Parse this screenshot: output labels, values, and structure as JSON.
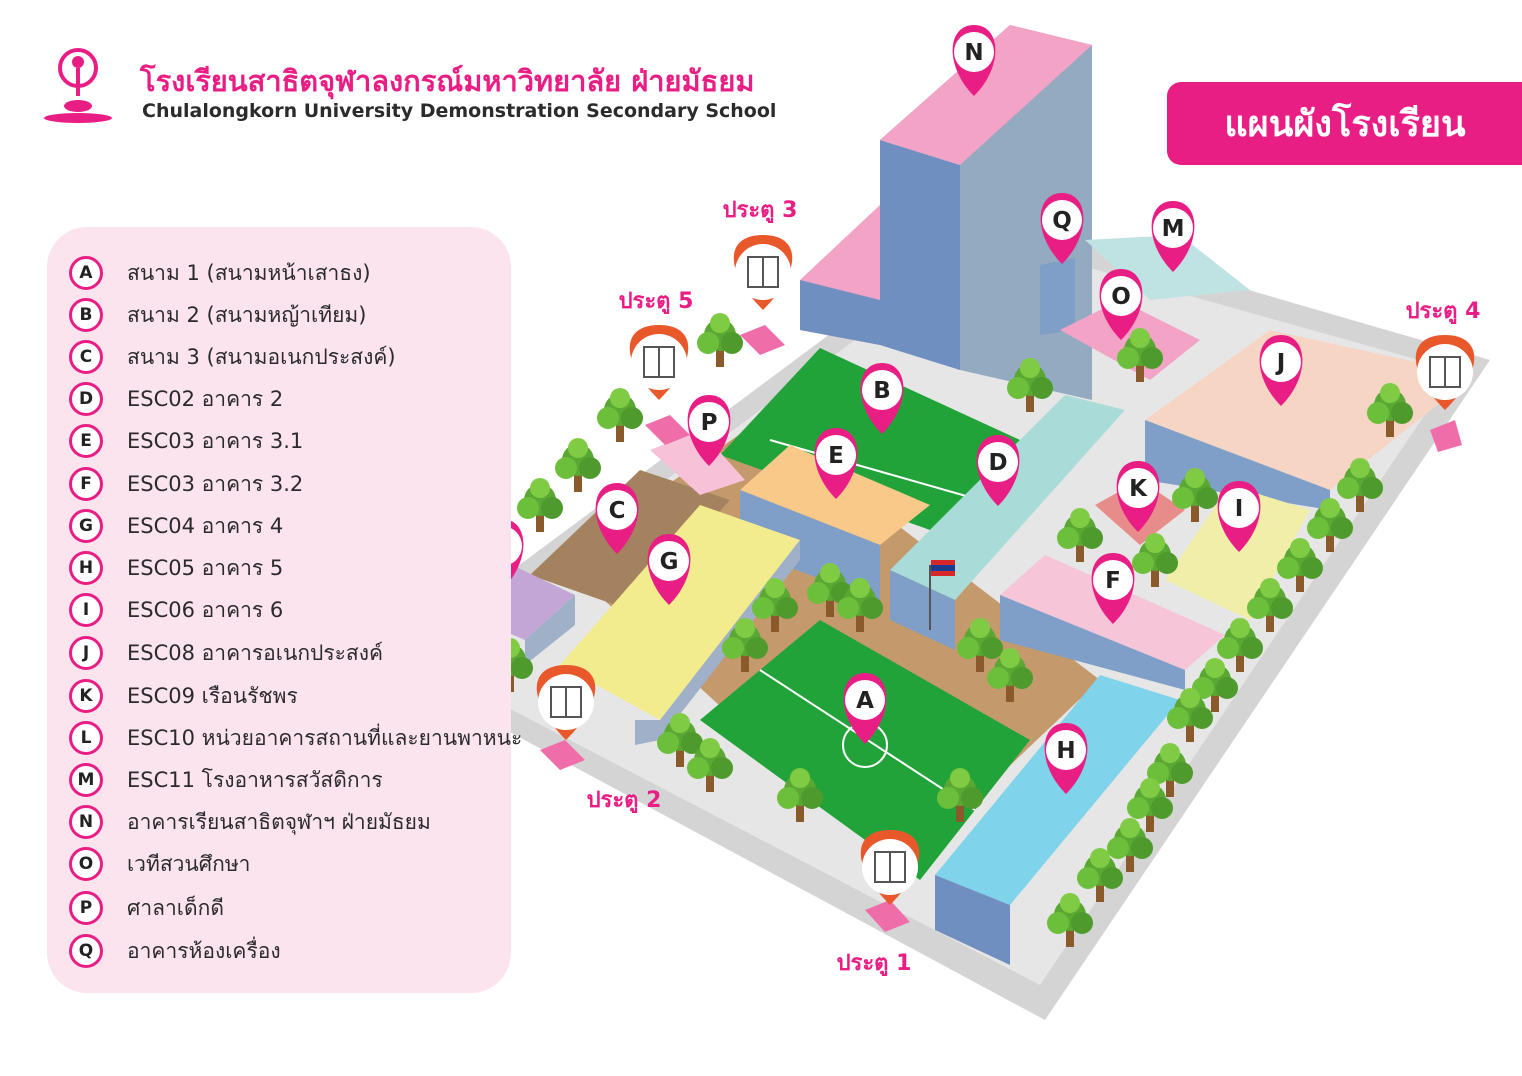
{
  "header": {
    "title_th": "โรงเรียนสาธิตจุฬาลงกรณ์มหาวิทยาลัย ฝ่ายมัธยม",
    "title_en": "Chulalongkorn University Demonstration Secondary School",
    "badge": "แผนผังโรงเรียน"
  },
  "legend": [
    {
      "letter": "A",
      "label": "สนาม 1 (สนามหน้าเสาธง)"
    },
    {
      "letter": "B",
      "label": "สนาม 2 (สนามหญ้าเทียม)"
    },
    {
      "letter": "C",
      "label": "สนาม 3 (สนามอเนกประสงค์)"
    },
    {
      "letter": "D",
      "label": "ESC02 อาคาร 2"
    },
    {
      "letter": "E",
      "label": "ESC03 อาคาร 3.1"
    },
    {
      "letter": "F",
      "label": "ESC03 อาคาร 3.2"
    },
    {
      "letter": "G",
      "label": "ESC04 อาคาร 4"
    },
    {
      "letter": "H",
      "label": "ESC05 อาคาร 5"
    },
    {
      "letter": "I",
      "label": "ESC06 อาคาร 6"
    },
    {
      "letter": "J",
      "label": "ESC08 อาคารอเนกประสงค์"
    },
    {
      "letter": "K",
      "label": "ESC09 เรือนรัชพร"
    },
    {
      "letter": "L",
      "label": "ESC10 หน่วยอาคารสถานที่และยานพาหนะ"
    },
    {
      "letter": "M",
      "label": "ESC11 โรงอาหารสวัสดิการ"
    },
    {
      "letter": "N",
      "label": "อาคารเรียนสาธิตจุฬาฯ ฝ่ายมัธยม"
    },
    {
      "letter": "O",
      "label": "เวทีสวนศึกษา"
    },
    {
      "letter": "P",
      "label": "ศาลาเด็กดี"
    },
    {
      "letter": "Q",
      "label": "อาคารห้องเครื่อง"
    }
  ],
  "gates": {
    "g1": "ประตู 1",
    "g2": "ประตู 2",
    "g3": "ประตู 3",
    "g4": "ประตู 4",
    "g5": "ประตู 5"
  },
  "pins": {
    "A": "A",
    "B": "B",
    "C": "C",
    "D": "D",
    "E": "E",
    "F": "F",
    "G": "G",
    "H": "H",
    "I": "I",
    "J": "J",
    "K": "K",
    "L": "L",
    "M": "M",
    "N": "N",
    "O": "O",
    "P": "P",
    "Q": "Q"
  },
  "colors": {
    "brand_pink": "#e91e84",
    "legend_bg": "#fbe4ee",
    "field_green": "#22a33a",
    "gate_orange": "#e8582a"
  }
}
